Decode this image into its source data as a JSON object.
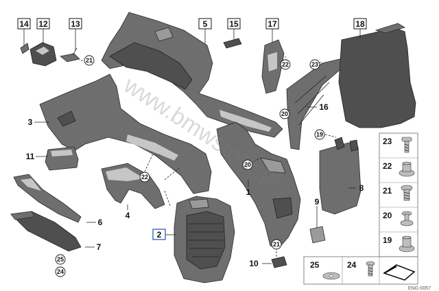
{
  "diagram": {
    "watermark": "www.bmwstore.pl",
    "reference_number": "ENG-0057"
  },
  "callouts": {
    "p14": "14",
    "p12": "12",
    "p13": "13",
    "p21a": "21",
    "p5": "5",
    "p15": "15",
    "p17": "17",
    "p22a": "22",
    "p23": "23",
    "p18": "18",
    "p3": "3",
    "p20a": "20",
    "p16": "16",
    "p19": "19",
    "p11": "11",
    "p22b": "22",
    "p20b": "20",
    "p1": "1",
    "p8": "8",
    "p4": "4",
    "p6": "6",
    "p9": "9",
    "p2": "2",
    "p7": "7",
    "p25a": "25",
    "p24a": "24",
    "p21b": "21",
    "p10": "10"
  },
  "legend": {
    "items": [
      {
        "num": "23",
        "icon": "screw-icon"
      },
      {
        "num": "22",
        "icon": "clip-nut-icon"
      },
      {
        "num": "21",
        "icon": "screw-icon"
      },
      {
        "num": "20",
        "icon": "expansion-rivet-icon"
      },
      {
        "num": "19",
        "icon": "clip-nut-icon"
      },
      {
        "num": "25",
        "icon": "washer-pad-icon"
      },
      {
        "num": "24",
        "icon": "screw-icon"
      }
    ],
    "symbol_icon": "part-outline-symbol-icon"
  }
}
